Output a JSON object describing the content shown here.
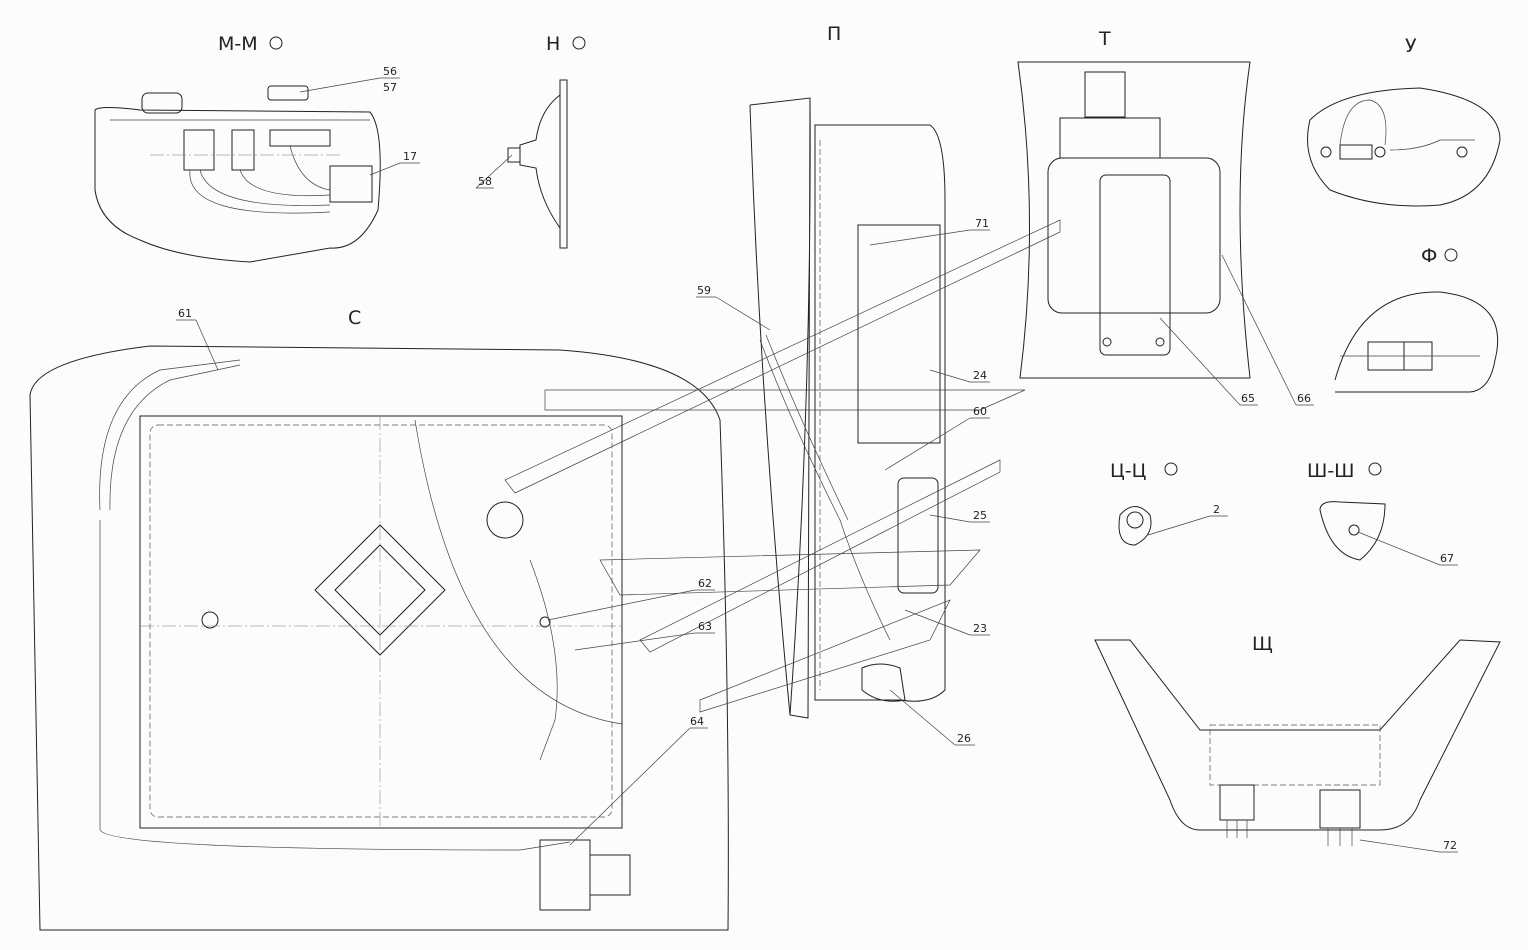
{
  "views": {
    "mm": "М-М",
    "n": "Н",
    "p": "П",
    "t": "Т",
    "u": "У",
    "s": "С",
    "f": "Ф",
    "tsts": "Ц-Ц",
    "shsh": "Ш-Ш",
    "shch": "Щ"
  },
  "callouts": {
    "c56": "56",
    "c57": "57",
    "c17": "17",
    "c58": "58",
    "c71": "71",
    "c59": "59",
    "c24": "24",
    "c60": "60",
    "c25": "25",
    "c23": "23",
    "c26": "26",
    "c61": "61",
    "c62": "62",
    "c63": "63",
    "c64": "64",
    "c65": "65",
    "c66": "66",
    "c2": "2",
    "c67": "67",
    "c72": "72"
  },
  "icons": {
    "rotation": "rotated-view-circle-icon"
  }
}
